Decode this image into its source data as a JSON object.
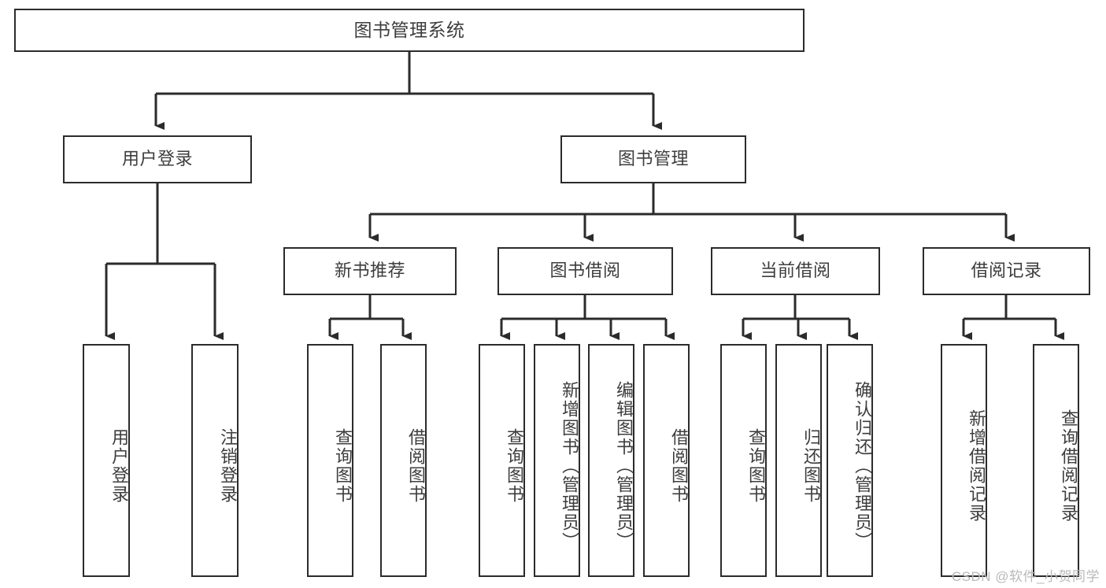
{
  "diagram": {
    "title": "图书管理系统",
    "type": "tree",
    "orientation": "top-down",
    "colors": {
      "stroke": "#2b2b2b",
      "box_fill": "#ffffff",
      "text": "#3d3d3d",
      "background": "#ffffff",
      "watermark": "#b9b9b9"
    },
    "root": {
      "label": "图书管理系统"
    },
    "level2": [
      {
        "label": "用户登录"
      },
      {
        "label": "图书管理"
      }
    ],
    "level3": [
      {
        "label": "新书推荐"
      },
      {
        "label": "图书借阅"
      },
      {
        "label": "当前借阅"
      },
      {
        "label": "借阅记录"
      }
    ],
    "groups": [
      {
        "parent": "用户登录",
        "leaves": [
          {
            "label": "用户登录"
          },
          {
            "label": "注销登录"
          }
        ]
      },
      {
        "parent": "新书推荐",
        "leaves": [
          {
            "label": "查询图书"
          },
          {
            "label": "借阅图书"
          }
        ]
      },
      {
        "parent": "图书借阅",
        "leaves": [
          {
            "label": "查询图书"
          },
          {
            "label": "新增图书（管理员）"
          },
          {
            "label": "编辑图书（管理员）"
          },
          {
            "label": "借阅图书"
          }
        ]
      },
      {
        "parent": "当前借阅",
        "leaves": [
          {
            "label": "查询图书"
          },
          {
            "label": "归还图书"
          },
          {
            "label": "确认归还（管理员）"
          }
        ]
      },
      {
        "parent": "借阅记录",
        "leaves": [
          {
            "label": "新增借阅记录"
          },
          {
            "label": "查询借阅记录"
          }
        ]
      }
    ],
    "watermark": "CSDN @软件_小贺同学"
  }
}
